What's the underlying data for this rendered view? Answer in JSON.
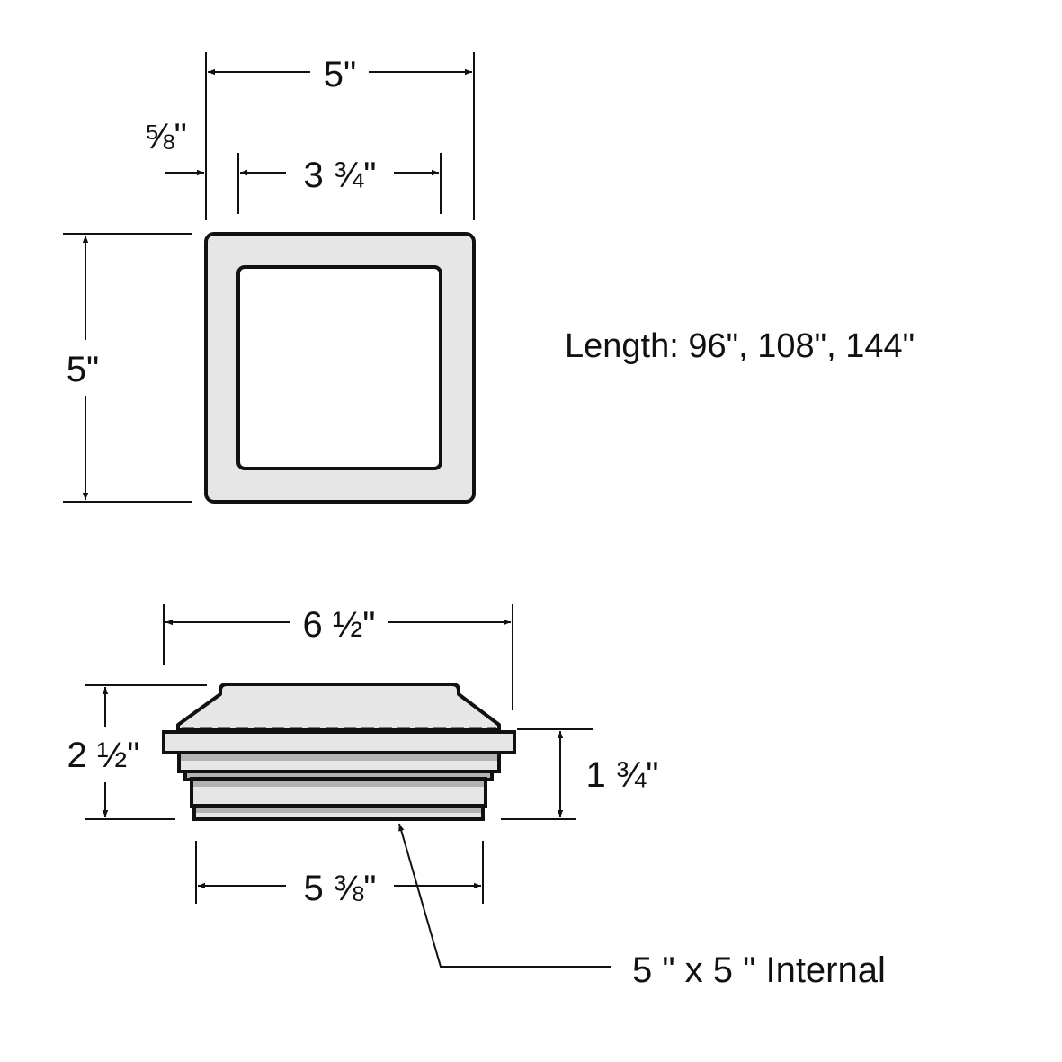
{
  "top_view": {
    "width_label": "5\"",
    "height_label": "5\"",
    "wall_label": "⅝\"",
    "inner_label": "3 ¾\""
  },
  "length_note": "Length: 96\", 108\", 144\"",
  "cap_view": {
    "overall_width_label": "6 ½\"",
    "overall_height_label": "2 ½\"",
    "skirt_height_label": "1 ¾\"",
    "base_width_label": "5 ⅜\"",
    "internal_callout": "5 \" x 5 \" Internal"
  },
  "colors": {
    "fill": "#e6e6e6",
    "shade": "#b3b3b3",
    "line": "#111111"
  }
}
